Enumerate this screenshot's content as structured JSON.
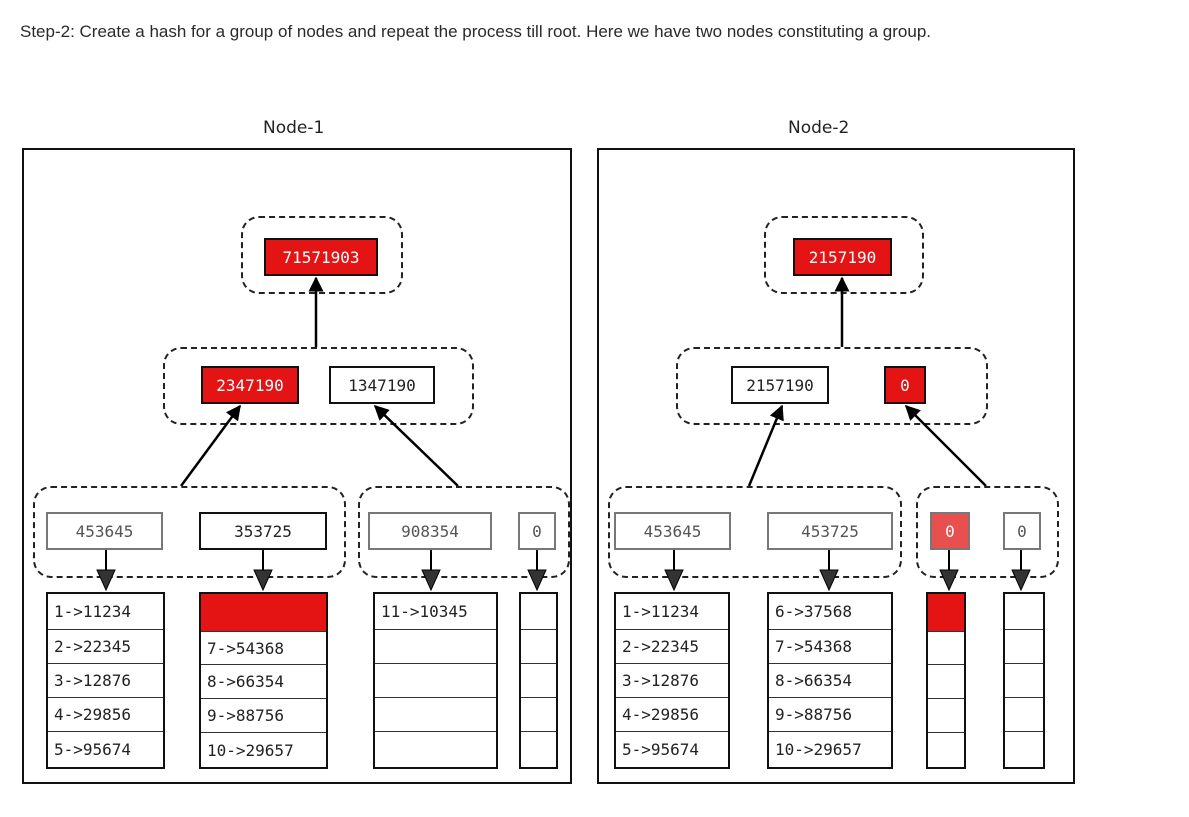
{
  "caption": "Step-2: Create a hash for a group of nodes and repeat the process till root. Here we have two nodes constituting a group.",
  "colors": {
    "highlight": "#e41414",
    "light_highlight": "#e85050"
  },
  "node1": {
    "title": "Node-1",
    "root": "71571903",
    "level1": [
      "2347190",
      "1347190"
    ],
    "leaves": [
      "453645",
      "353725",
      "908354",
      "0"
    ],
    "col1": [
      "1->11234",
      "2->22345",
      "3->12876",
      "4->29856",
      "5->95674"
    ],
    "col2": [
      "",
      "7->54368",
      "8->66354",
      "9->88756",
      "10->29657"
    ],
    "col3": [
      "11->10345",
      "",
      "",
      "",
      ""
    ],
    "col4": [
      "",
      "",
      "",
      "",
      ""
    ]
  },
  "node2": {
    "title": "Node-2",
    "root": "2157190",
    "level1": [
      "2157190",
      "0"
    ],
    "leaves": [
      "453645",
      "453725",
      "0",
      "0"
    ],
    "col1": [
      "1->11234",
      "2->22345",
      "3->12876",
      "4->29856",
      "5->95674"
    ],
    "col2": [
      "6->37568",
      "7->54368",
      "8->66354",
      "9->88756",
      "10->29657"
    ],
    "col3": [
      "",
      "",
      "",
      "",
      ""
    ],
    "col4": [
      "",
      "",
      "",
      "",
      ""
    ]
  }
}
